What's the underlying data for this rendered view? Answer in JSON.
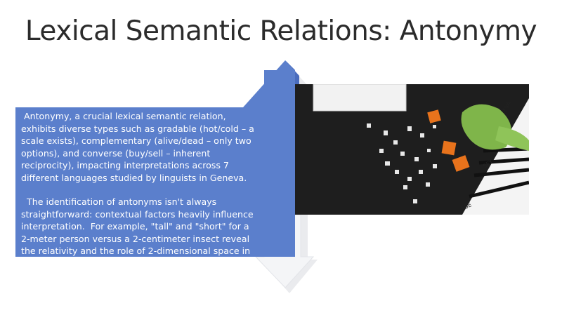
{
  "slide": {
    "title": "Lexical Semantic Relations: Antonymy",
    "paragraph1": " Antonymy, a crucial lexical semantic relation,  exhibits diverse types such as gradable (hot/cold – a scale exists), complementary (alive/dead – only two options), and converse (buy/sell – inherent reciprocity), impacting interpretations across 7 different languages studied by linguists in Geneva.",
    "paragraph2": "  The identification of antonyms isn't always straightforward: contextual factors heavily influence interpretation.  For example, \"tall\" and \"short\" for a 2-meter person versus a 2-centimeter insect reveal the relativity and the role of 2-dimensional space in"
  },
  "colors": {
    "arrow_fill": "#5b7fcc",
    "arrow_shade": "#4a6cbd",
    "title_text": "#2b2b2b",
    "photo_background": "#1e1e1e"
  },
  "photo": {
    "description_icon": "letter-tiles-photo-icon"
  }
}
